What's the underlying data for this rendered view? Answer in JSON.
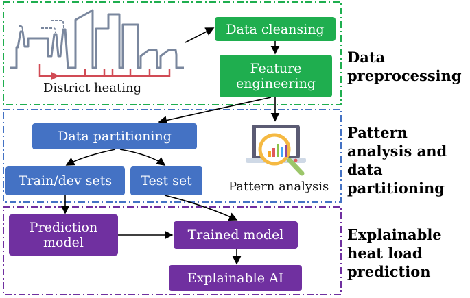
{
  "stages": {
    "preprocessing": {
      "label": "Data preprocessing",
      "color": "#1fae4f"
    },
    "pattern": {
      "label": "Pattern analysis and data partitioning",
      "color": "#4472c4"
    },
    "explainable": {
      "label": "Explainable heat load prediction",
      "color": "#7030a0"
    }
  },
  "nodes": {
    "district_heating": "District heating",
    "data_cleansing": "Data cleansing",
    "feature_engineering": "Feature engineering",
    "data_partitioning": "Data partitioning",
    "train_dev": "Train/dev sets",
    "test_set": "Test set",
    "pattern_analysis": "Pattern analysis",
    "prediction_model": "Prediction model",
    "trained_model": "Trained model",
    "explainable_ai": "Explainable AI"
  }
}
